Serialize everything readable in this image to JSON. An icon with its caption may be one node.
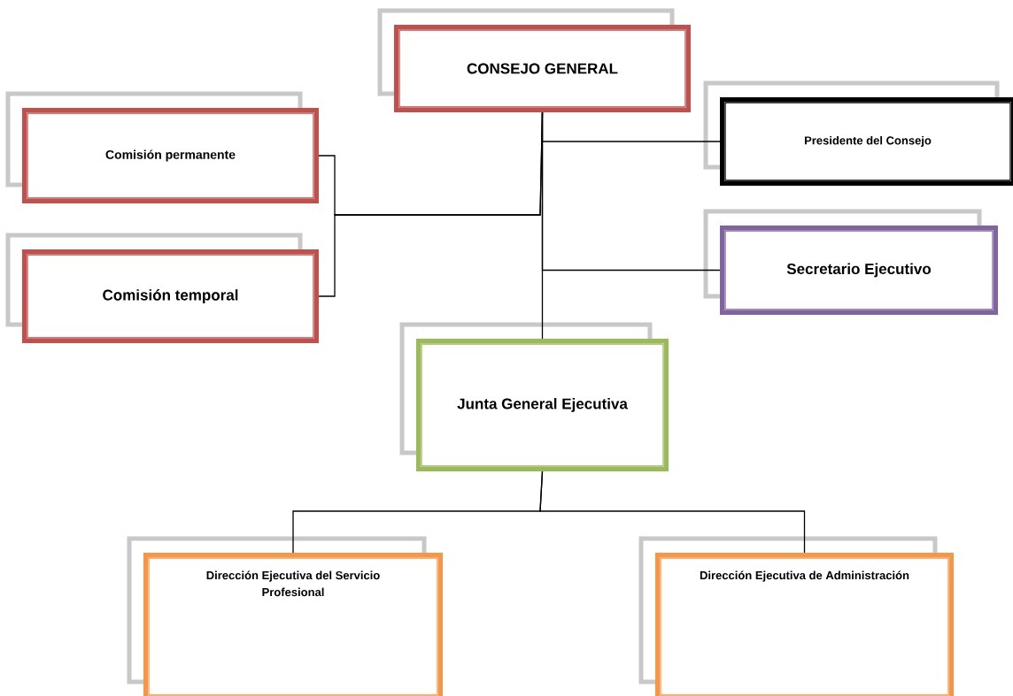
{
  "diagram": {
    "nodes": [
      {
        "text": [
          "CONSEJO GENERAL"
        ]
      },
      {
        "text": [
          "Comisión permanente"
        ]
      },
      {
        "text": [
          "Comisión temporal"
        ]
      },
      {
        "text": [
          "Presidente del Consejo"
        ]
      },
      {
        "text": [
          "Secretario Ejecutivo"
        ]
      },
      {
        "text": [
          "Junta General Ejecutiva"
        ]
      },
      {
        "text": [
          "Dirección Ejecutiva del Servicio Profesional"
        ]
      },
      {
        "text": [
          "Dirección Ejecutiva de Administración"
        ]
      }
    ],
    "edges": [
      {
        "from": 0,
        "to": 1,
        "arrow": "none"
      },
      {
        "from": 0,
        "to": 2,
        "arrow": "none"
      },
      {
        "from": 0,
        "to": 3,
        "arrow": "none"
      },
      {
        "from": 0,
        "to": 4,
        "arrow": "none"
      },
      {
        "from": 0,
        "to": 5,
        "arrow": "none"
      },
      {
        "from": 5,
        "to": 6,
        "arrow": "none"
      },
      {
        "from": 5,
        "to": 7,
        "arrow": "none"
      }
    ]
  }
}
